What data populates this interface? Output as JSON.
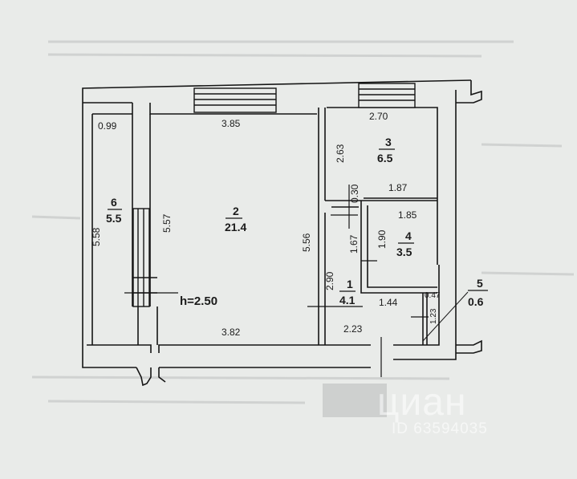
{
  "rooms": [
    {
      "number": "6",
      "area": "5.5"
    },
    {
      "number": "2",
      "area": "21.4"
    },
    {
      "number": "3",
      "area": "6.5"
    },
    {
      "number": "4",
      "area": "3.5"
    },
    {
      "number": "1",
      "area": "4.1"
    },
    {
      "number": "5",
      "area": "0.6"
    }
  ],
  "dimensions": {
    "room6_width": "0.99",
    "room6_length": "5.58",
    "room2_top": "3.85",
    "room2_bottom": "3.82",
    "room2_left": "5.57",
    "room2_right": "5.56",
    "room3_top": "2.70",
    "room3_side": "2.63",
    "wall_gap": "0.30",
    "room4_top_outer": "1.87",
    "room4_top_inner": "1.85",
    "room4_side_left": "1.67",
    "room4_side_right": "1.90",
    "room1_side": "2.90",
    "room1_mid": "1.44",
    "room1_bottom": "2.23",
    "room5_small": "0.47",
    "room5_side": "1.23"
  },
  "ceiling_height": "h=2.50",
  "watermark": {
    "logo": "циан",
    "id": "ID 63594035"
  }
}
